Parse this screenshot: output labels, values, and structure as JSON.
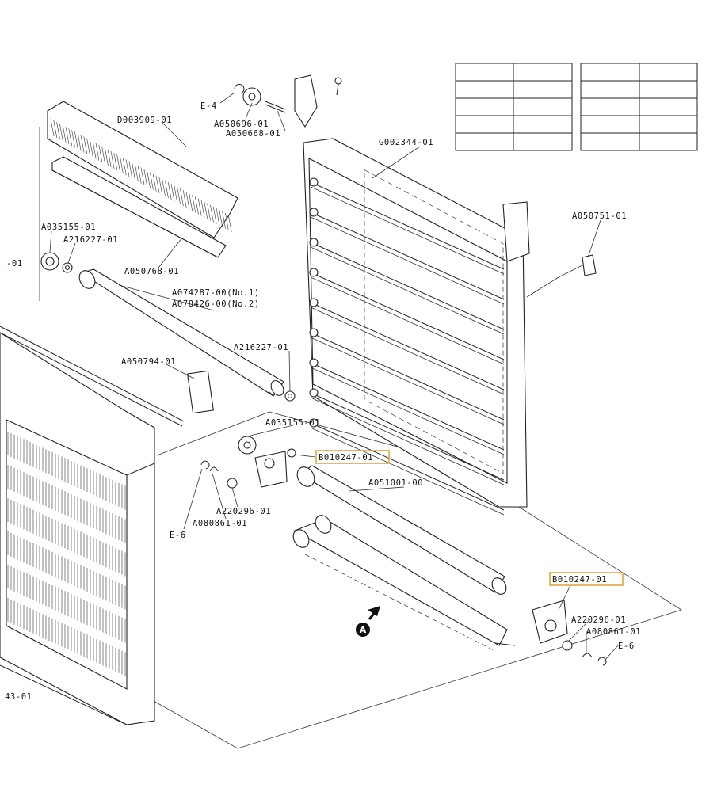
{
  "labels": {
    "e4_top": "E-4",
    "a050696": "A050696-01",
    "a050668": "A050668-01",
    "d003909": "D003909-01",
    "g002344": "G002344-01",
    "a050751": "A050751-01",
    "left_edge_top": "-01",
    "a035155_top": "A035155-01",
    "a216227_top": "A216227-01",
    "a050768": "A050768-01",
    "a074287": "A074287-00(No.1)",
    "a078426": "A078426-00(No.2)",
    "a216227_mid": "A216227-01",
    "a050794": "A050794-01",
    "a035155_mid": "A035155-01",
    "b010247_top": "B010247-01",
    "a051001": "A051001-00",
    "a220296_left": "A220296-01",
    "a080861_left": "A080861-01",
    "e6_left": "E-6",
    "b010247_right": "B010247-01",
    "a220296_right": "A220296-01",
    "a080861_right": "A080861-01",
    "e6_right": "E-6",
    "bottom_left": "43-01",
    "view_marker": "A"
  },
  "highlight_color": "#e0a640"
}
